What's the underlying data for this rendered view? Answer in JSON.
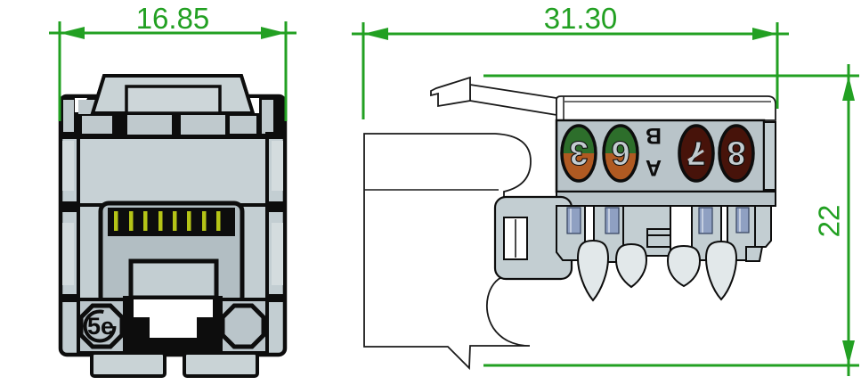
{
  "drawing": {
    "front_view": {
      "width_dimension": "16.85",
      "marking": "5e"
    },
    "side_view": {
      "width_dimension": "31.30",
      "height_dimension": "22",
      "pair_letter_top": "B",
      "pair_letter_bottom": "A",
      "terminals": [
        {
          "number": "3",
          "top_color": "#2d6e2b",
          "bottom_color": "#b05a22"
        },
        {
          "number": "6",
          "top_color": "#2d6e2b",
          "bottom_color": "#b05a22"
        },
        {
          "number": "7",
          "color": "#47130a"
        },
        {
          "number": "8",
          "color": "#47130a"
        }
      ]
    },
    "colors": {
      "dimension_green": "#22a022",
      "body_gray": "#c3ced2",
      "pin_yellow": "#b5c417",
      "contact_blue": "#8fa0c2",
      "outline_black": "#0d0d0d",
      "background": "#ffffff"
    }
  }
}
